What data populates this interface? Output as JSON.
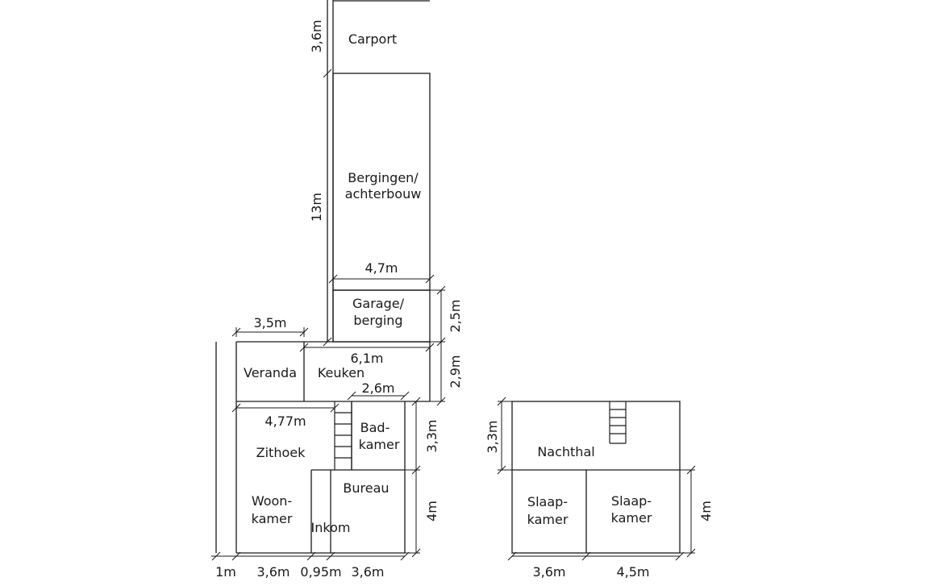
{
  "rooms": {
    "carport": "Carport",
    "bergingen_1": "Bergingen/",
    "bergingen_2": "achterbouw",
    "garage_1": "Garage/",
    "garage_2": "berging",
    "veranda": "Veranda",
    "keuken": "Keuken",
    "zithoek": "Zithoek",
    "badkamer_1": "Bad-",
    "badkamer_2": "kamer",
    "bureau": "Bureau",
    "woonkamer_1": "Woon-",
    "woonkamer_2": "kamer",
    "inkom": "Inkom",
    "nachthal": "Nachthal",
    "slaapkamer1_1": "Slaap-",
    "slaapkamer1_2": "kamer",
    "slaapkamer2_1": "Slaap-",
    "slaapkamer2_2": "kamer"
  },
  "dimensions": {
    "carport_depth": "3,6m",
    "annex_depth": "13m",
    "annex_width": "4,7m",
    "garage_depth": "2,5m",
    "veranda_width": "3,5m",
    "kitchen_width": "6,1m",
    "kitchen_depth": "2,9m",
    "bath_width": "2,6m",
    "living_width": "4,77m",
    "bath_depth": "3,3m",
    "front_depth": "4m",
    "bottom_1": "1m",
    "bottom_2": "3,6m",
    "bottom_3": "0,95m",
    "bottom_4": "3,6m",
    "upper_hall_depth": "3,3m",
    "upper_room_depth": "4m",
    "upper_bottom_1": "3,6m",
    "upper_bottom_2": "4,5m"
  }
}
